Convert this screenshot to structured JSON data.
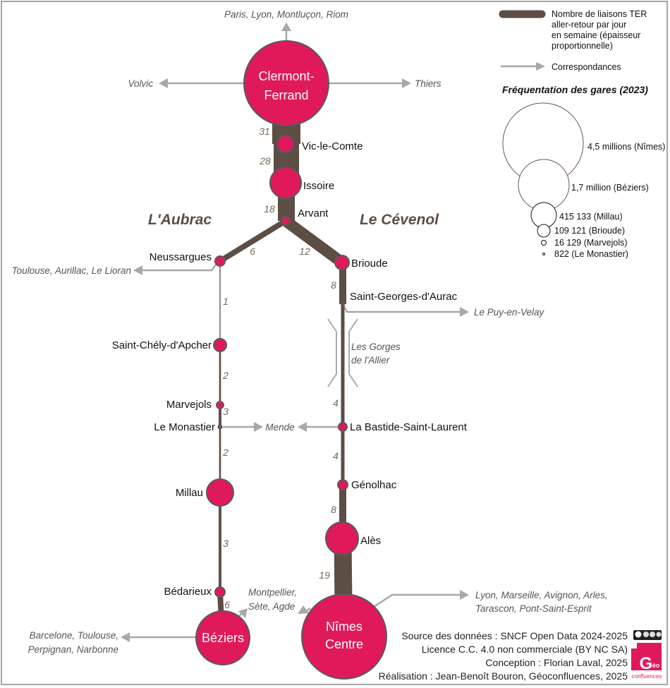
{
  "lines": {
    "aubrac": "L'Aubrac",
    "cevenol": "Le Cévenol"
  },
  "stations": {
    "clermont": [
      "Clermont-",
      "Ferrand"
    ],
    "vic": "Vic-le-Comte",
    "issoire": "Issoire",
    "arvant": "Arvant",
    "neussargues": "Neussargues",
    "brioude": "Brioude",
    "saint_georges": "Saint-Georges-d'Aurac",
    "saint_chely": "Saint-Chély-d'Apcher",
    "marvejols": "Marvejols",
    "le_monastier": "Le Monastier",
    "millau": "Millau",
    "bedarieux": "Bédarieux",
    "beziers": "Béziers",
    "bastide": "La Bastide-Saint-Laurent",
    "genolhac": "Génolhac",
    "ales": "Alès",
    "nimes": [
      "Nîmes",
      "Centre"
    ]
  },
  "connections": {
    "north": "Paris, Lyon, Montluçon, Riom",
    "volvic": "Volvic",
    "thiers": "Thiers",
    "neussargues": "Toulouse, Aurillac, Le Lioran",
    "le_puy": "Le Puy-en-Velay",
    "mende": "Mende",
    "montpellier": [
      "Montpellier,",
      "Sète, Agde"
    ],
    "beziers": [
      "Barcelone, Toulouse,",
      "Perpignan, Narbonne"
    ],
    "nimes": [
      "Lyon, Marseille, Avignon, Arles,",
      "Tarascon, Pont-Saint-Esprit"
    ]
  },
  "gorges_label": [
    "Les Gorges",
    "de l'Allier"
  ],
  "links": {
    "clermont_vic": "31",
    "vic_issoire": "28",
    "issoire_arvant": "18",
    "arvant_neussargues": "6",
    "arvant_brioude": "12",
    "neussargues_chely": "1",
    "chely_marvejols": "2",
    "marvejols_monastier": "3",
    "monastier_millau": "2",
    "millau_bedarieux": "3",
    "bedarieux_beziers": "6",
    "brioude_stgeorges": "8",
    "gorges_bastide": "4",
    "bastide_genolhac": "4",
    "genolhac_ales": "8",
    "ales_nimes": "19"
  },
  "legend": {
    "links_label": [
      "Nombre de liaisons TER",
      "aller-retour par jour",
      "en semaine (épaisseur",
      "proportionnelle)"
    ],
    "connections_label": "Correspondances",
    "freq_title": "Fréquentation des gares (2023)",
    "freq": [
      {
        "label": "4,5 millions (Nîmes)",
        "value": 4500000
      },
      {
        "label": "1,7 million (Béziers)",
        "value": 1700000
      },
      {
        "label": "415 133 (Millau)",
        "value": 415133
      },
      {
        "label": "109 121 (Brioude)",
        "value": 109121
      },
      {
        "label": "16 129 (Marvejols)",
        "value": 16129
      },
      {
        "label": "822 (Le Monastier)",
        "value": 822
      }
    ]
  },
  "credits": [
    "Source des données : SNCF Open Data 2024-2025",
    "Licence C.C. 4.0 non commerciale (BY NC SA)",
    "Conception : Florian Laval, 2025",
    "Réalisation : Jean-Benoît Bouron, Géoconfluences, 2025"
  ],
  "logo": {
    "text": "Géo",
    "sub": "confluences",
    "cc": "cc by nc sa"
  },
  "colors": {
    "track": "#5c4d45",
    "station": "#e0195a",
    "connection": "#a8a8a8"
  }
}
